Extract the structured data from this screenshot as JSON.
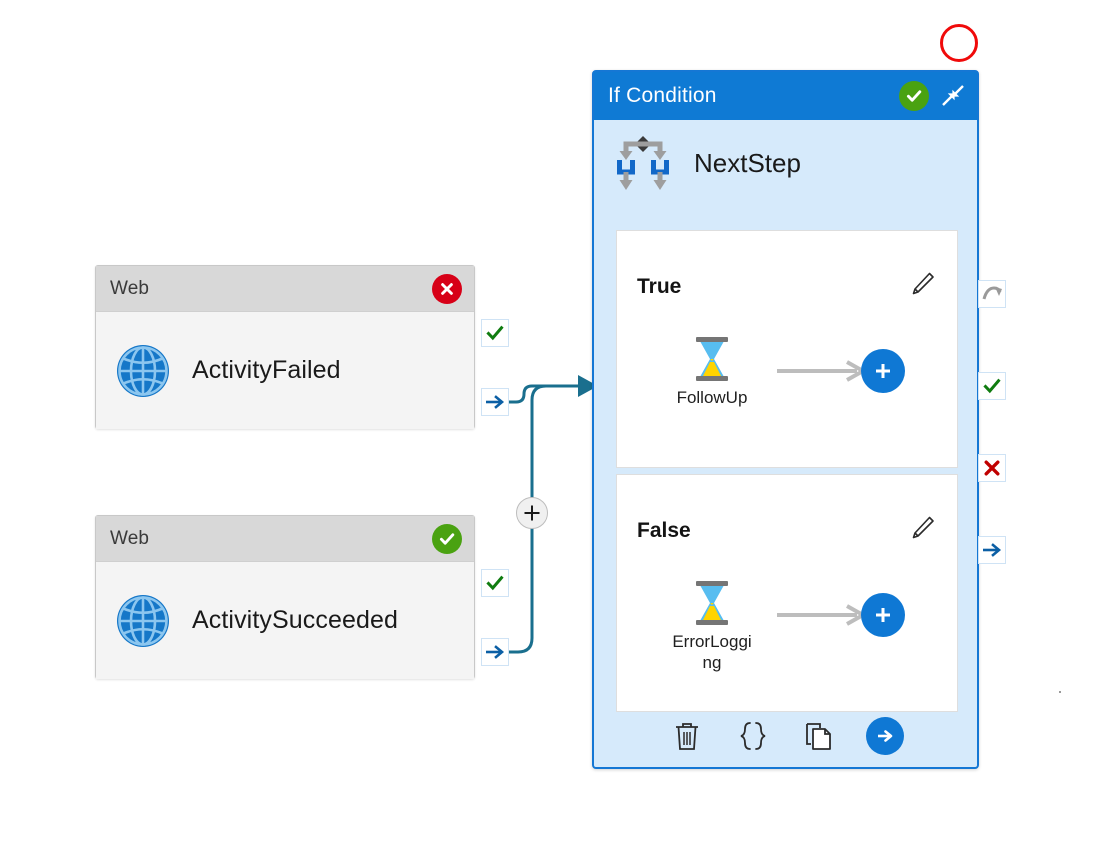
{
  "canvas": {
    "background": "#ffffff",
    "connector_color": "#1a6f8e",
    "accent_blue": "#0f78d4",
    "panel_fill": "#d6eafb",
    "panel_border": "#1577d4",
    "header_blue": "#0f7ad4",
    "success_green": "#4aa211",
    "error_red": "#d70017"
  },
  "activities": [
    {
      "type_label": "Web",
      "name": "ActivityFailed",
      "status": "failed",
      "status_icon": "error-circle-icon",
      "activity_icon": "globe-icon",
      "ports": [
        {
          "name": "success-port",
          "icon": "green-check-icon"
        },
        {
          "name": "completion-port",
          "icon": "blue-arrow-icon"
        }
      ]
    },
    {
      "type_label": "Web",
      "name": "ActivitySucceeded",
      "status": "succeeded",
      "status_icon": "success-circle-icon",
      "activity_icon": "globe-icon",
      "ports": [
        {
          "name": "success-port",
          "icon": "green-check-icon"
        },
        {
          "name": "completion-port",
          "icon": "blue-arrow-icon"
        }
      ]
    }
  ],
  "wire_add_button": {
    "label": "+",
    "name": "add-activity-on-connector"
  },
  "if_condition": {
    "title": "If Condition",
    "header_status_icon": "success-circle-icon",
    "collapse_icon": "collapse-diagonal-icon",
    "activity_name": "NextStep",
    "activity_icon": "if-condition-branch-icon",
    "branches": [
      {
        "label": "True",
        "edit_icon": "pencil-icon",
        "activity_name": "FollowUp",
        "activity_icon": "hourglass-icon",
        "arrow_icon": "gray-arrow-icon",
        "add_label": "+"
      },
      {
        "label": "False",
        "edit_icon": "pencil-icon",
        "activity_name": "ErrorLogging",
        "activity_icon": "hourglass-icon",
        "arrow_icon": "gray-arrow-icon",
        "add_label": "+"
      }
    ],
    "toolbar": [
      {
        "name": "delete-button",
        "icon": "trash-icon"
      },
      {
        "name": "code-button",
        "icon": "curly-braces-icon"
      },
      {
        "name": "clone-button",
        "icon": "copy-icon"
      },
      {
        "name": "run-button",
        "icon": "blue-arrow-circle-icon"
      }
    ],
    "ports": [
      {
        "name": "skipped-port",
        "icon": "gray-curved-arrow-icon"
      },
      {
        "name": "success-port",
        "icon": "green-check-icon"
      },
      {
        "name": "failure-port",
        "icon": "red-x-icon"
      },
      {
        "name": "completion-port",
        "icon": "blue-arrow-icon"
      }
    ]
  },
  "annotation": {
    "name": "red-highlight-circle",
    "shape": "circle",
    "color": "#f00a0a"
  }
}
